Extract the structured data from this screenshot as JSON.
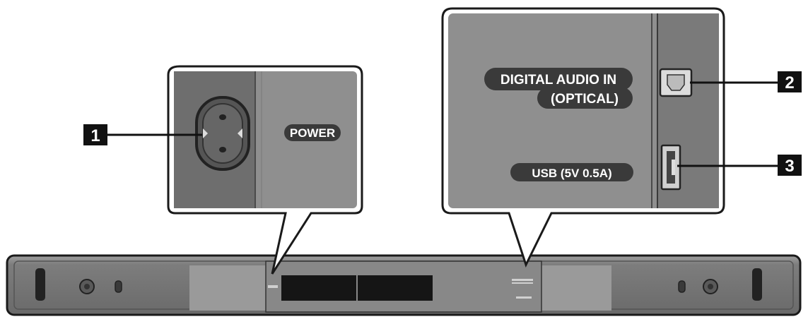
{
  "callouts": {
    "power": {
      "number": "1",
      "port_label": "POWER"
    },
    "optical": {
      "number": "2",
      "port_label_line1": "DIGITAL AUDIO IN",
      "port_label_line2": "(OPTICAL)"
    },
    "usb": {
      "number": "3",
      "port_label": "USB (5V 0.5A)"
    }
  },
  "colors": {
    "panel": "#8f8f8f",
    "panel_dark": "#6e6e6e",
    "bar_body": "#7a7a7a",
    "label_pill": "#3a3a3a",
    "outline": "#1a1a1a"
  }
}
